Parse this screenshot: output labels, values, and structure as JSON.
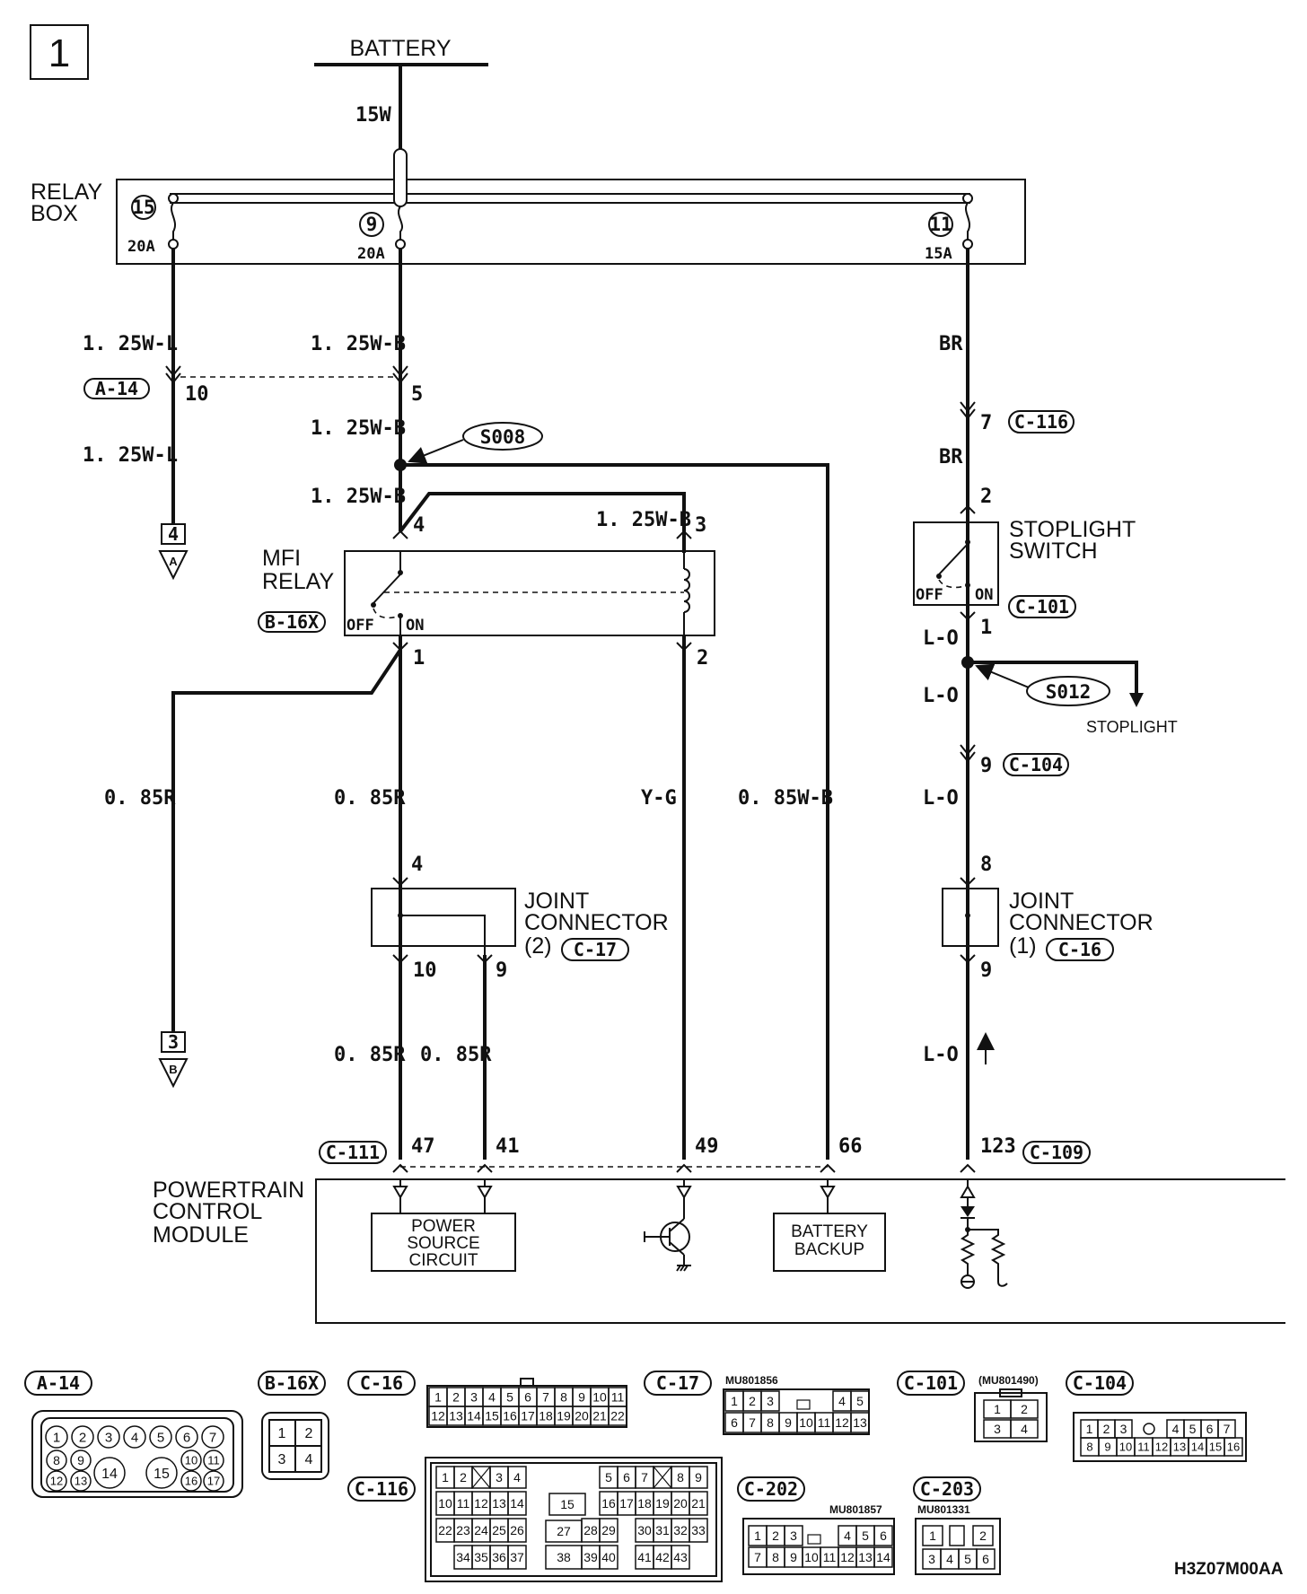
{
  "page_number": "1",
  "battery": {
    "label": "BATTERY",
    "wire": "15W"
  },
  "relay_box": {
    "label_line1": "RELAY",
    "label_line2": "BOX",
    "fuses": [
      {
        "num": "15",
        "rating": "20A"
      },
      {
        "num": "9",
        "rating": "20A"
      },
      {
        "num": "11",
        "rating": "15A"
      }
    ]
  },
  "wire_labels": {
    "w_125wl_top": "1. 25W-L",
    "w_125wl_bot": "1. 25W-L",
    "w_125wb_1": "1. 25W-B",
    "w_125wb_2": "1. 25W-B",
    "w_125wb_3": "1. 25W-B",
    "w_125wb_4": "1. 25W-B",
    "w_br_1": "BR",
    "w_br_2": "BR",
    "w_lo_1": "L-O",
    "w_lo_2": "L-O",
    "w_lo_3": "L-O",
    "w_lo_4": "L-O",
    "w_085r_left": "0. 85R",
    "w_085r_mid": "0. 85R",
    "w_yg": "Y-G",
    "w_085wb": "0. 85W-B",
    "w_085r_low1": "0. 85R",
    "w_085r_low2": "0. 85R"
  },
  "connectors": {
    "a14": "A-14",
    "b16x": "B-16X",
    "c116": "C-116",
    "c101": "C-101",
    "c104": "C-104",
    "c17": "C-17",
    "c16": "C-16",
    "c111": "C-111",
    "c109": "C-109",
    "c202": "C-202",
    "c203": "C-203"
  },
  "pins": {
    "p10": "10",
    "p5": "5",
    "p7": "7",
    "p2_sw": "2",
    "p1_sw": "1",
    "p9_c104": "9",
    "p8": "8",
    "p9_jc1": "9",
    "p4_relay": "4",
    "p3_relay": "3",
    "p1_relay": "1",
    "p2_relay": "2",
    "p4_jc2": "4",
    "p10_jc2": "10",
    "p9_jc2": "9",
    "p47": "47",
    "p41": "41",
    "p49": "49",
    "p66": "66",
    "p123": "123"
  },
  "splices": {
    "s008": "S008",
    "s012": "S012"
  },
  "refs": {
    "a_num": "4",
    "a_letter": "A",
    "b_num": "3",
    "b_letter": "B"
  },
  "mfi_relay": {
    "line1": "MFI",
    "line2": "RELAY",
    "off": "OFF",
    "on": "ON"
  },
  "stoplight_switch": {
    "line1": "STOPLIGHT",
    "line2": "SWITCH",
    "off": "OFF",
    "on": "ON"
  },
  "stoplight": "STOPLIGHT",
  "joint_connector_2": {
    "line1": "JOINT",
    "line2": "CONNECTOR",
    "line3": "(2)"
  },
  "joint_connector_1": {
    "line1": "JOINT",
    "line2": "CONNECTOR",
    "line3": "(1)"
  },
  "pcm": {
    "line1": "POWERTRAIN",
    "line2": "CONTROL",
    "line3": "MODULE"
  },
  "power_source_circuit": {
    "line1": "POWER",
    "line2": "SOURCE",
    "line3": "CIRCUIT"
  },
  "battery_backup": {
    "line1": "BATTERY",
    "line2": "BACKUP"
  },
  "part_numbers": {
    "c17": "MU801856",
    "c101": "(MU801490)",
    "c202": "MU801857",
    "c203": "MU801331"
  },
  "diagram_code": "H3Z07M00AA",
  "faces": {
    "a14": {
      "row1": [
        "1",
        "2",
        "3",
        "4",
        "5",
        "6",
        "7"
      ],
      "row2": [
        "8",
        "9",
        "10",
        "11"
      ],
      "row3": [
        "12",
        "13",
        "14",
        "15",
        "16",
        "17"
      ]
    },
    "b16x": [
      "1",
      "2",
      "3",
      "4"
    ],
    "c16": {
      "row1": [
        "1",
        "2",
        "3",
        "4",
        "5",
        "6",
        "7",
        "8",
        "9",
        "10",
        "11"
      ],
      "row2": [
        "12",
        "13",
        "14",
        "15",
        "16",
        "17",
        "18",
        "19",
        "20",
        "21",
        "22"
      ]
    },
    "c17": {
      "row1": [
        "1",
        "2",
        "3",
        "4",
        "5"
      ],
      "row2": [
        "6",
        "7",
        "8",
        "9",
        "10",
        "11",
        "12",
        "13"
      ]
    },
    "c101": [
      "1",
      "2",
      "3",
      "4"
    ],
    "c104": {
      "row1": [
        "1",
        "2",
        "3",
        "4",
        "5",
        "6",
        "7"
      ],
      "row2": [
        "8",
        "9",
        "10",
        "11",
        "12",
        "13",
        "14",
        "15",
        "16"
      ]
    },
    "c116": {
      "row1": [
        "1",
        "2",
        "3",
        "4",
        "5",
        "6",
        "7",
        "8",
        "9"
      ],
      "row2": [
        "10",
        "11",
        "12",
        "13",
        "14",
        "15",
        "16",
        "17",
        "18",
        "19",
        "20",
        "21"
      ],
      "row3": [
        "22",
        "23",
        "24",
        "25",
        "26",
        "27",
        "28",
        "29",
        "30",
        "31",
        "32",
        "33"
      ],
      "row4": [
        "34",
        "35",
        "36",
        "37",
        "38",
        "39",
        "40",
        "41",
        "42",
        "43"
      ]
    },
    "c202": {
      "row1": [
        "1",
        "2",
        "3",
        "4",
        "5",
        "6"
      ],
      "row2": [
        "7",
        "8",
        "9",
        "10",
        "11",
        "12",
        "13",
        "14"
      ]
    },
    "c203": [
      "1",
      "2",
      "3",
      "4",
      "5",
      "6"
    ]
  }
}
